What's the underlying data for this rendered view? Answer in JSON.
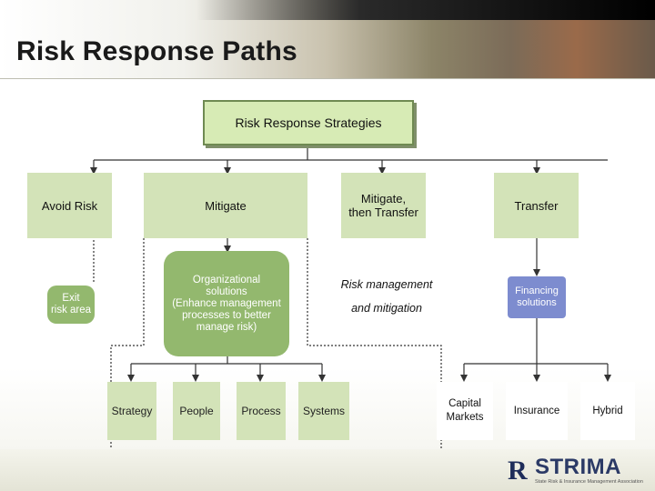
{
  "title": "Risk Response Paths",
  "root": "Risk Response Strategies",
  "branches": {
    "avoid": "Avoid Risk",
    "mitigate": "Mitigate",
    "mitigate_transfer": "Mitigate,\nthen Transfer",
    "transfer": "Transfer"
  },
  "details": {
    "exit": "Exit\nrisk area",
    "organizational": "Organizational\nsolutions\n(Enhance management\nprocesses to better\nmanage risk)",
    "risk_management": "Risk management",
    "and_mitigation": "and mitigation",
    "financing": "Financing\nsolutions"
  },
  "leaves": {
    "strategy": "Strategy",
    "people": "People",
    "process": "Process",
    "systems": "Systems",
    "capital_markets": "Capital\nMarkets",
    "insurance": "Insurance",
    "hybrid": "Hybrid"
  },
  "logo": {
    "mark": "R",
    "name": "STRIMA",
    "tagline": "State Risk & Insurance Management Association"
  },
  "colors": {
    "green_box": "#d3e3b8",
    "green_pill": "#93b86e",
    "blue_pill": "#7d8ccf",
    "connector": "#333333"
  }
}
